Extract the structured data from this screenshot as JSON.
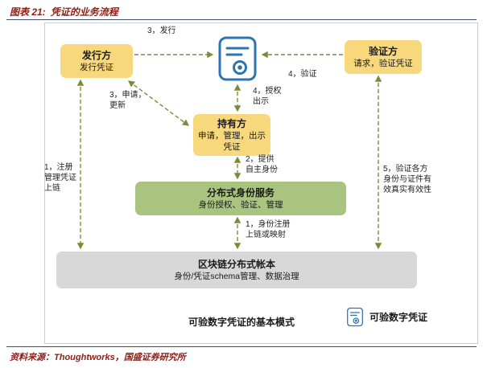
{
  "header": {
    "title_prefix": "图表 21:",
    "title": "凭证的业务流程"
  },
  "diagram": {
    "nodes": {
      "issuer": {
        "title": "发行方",
        "subtitle": "发行凭证"
      },
      "verifier": {
        "title": "验证方",
        "subtitle": "请求，验证凭证"
      },
      "holder": {
        "title": "持有方",
        "subtitle": "申请，管理，出示\n凭证"
      },
      "did_service": {
        "title": "分布式身份服务",
        "subtitle": "身份授权、验证、管理"
      },
      "blockchain": {
        "title": "区块链分布式帐本",
        "subtitle": "身份/凭证schema管理、数据治理"
      }
    },
    "edge_labels": {
      "issue": "3，发行",
      "verify": "4，验证",
      "apply_update": "3，申请，\n更新",
      "authorize_present": "4，授权\n出示",
      "provide_identity": "2，提供\n自主身份",
      "register_credential": "1，注册\n管理凭证\n上链",
      "verify_validity": "5，验证各方\n身份与证件有\n效真实有效性",
      "identity_register": "1，身份注册\n上链或映射"
    },
    "caption": "可验数字凭证的基本模式",
    "legend_label": "可验数字凭证"
  },
  "footer": {
    "source": "资料来源：Thoughtworks，国盛证券研究所"
  },
  "colors": {
    "red": "#8e2017",
    "yellow": "#f7d87c",
    "green": "#a9c47f",
    "gray": "#d8d8d8",
    "blue": "#2e74b5",
    "arrow": "#7d8a3a",
    "rule": "#44506b",
    "border": "#c9ced6"
  }
}
